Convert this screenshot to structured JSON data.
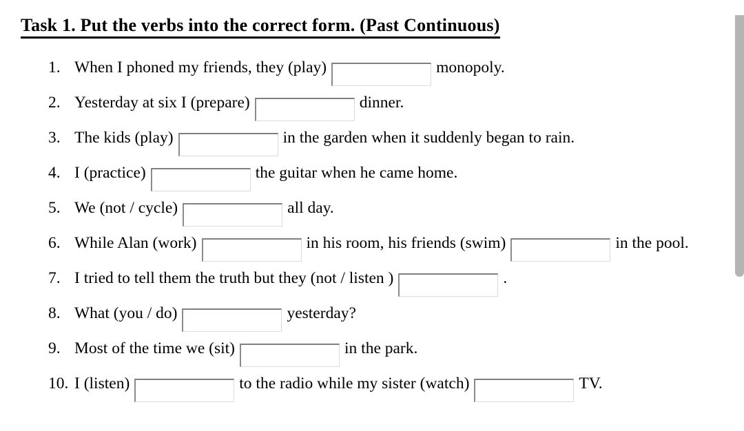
{
  "page": {
    "background": "#ffffff",
    "text_color": "#000000",
    "field_border_dark": "#7f7f7f",
    "field_border_light": "#d9d9d9",
    "scrollbar_color": "#b4b4b4"
  },
  "title": "Task 1. Put the verbs into the correct form. (Past Continuous)",
  "items": [
    {
      "number": "1.",
      "parts": [
        {
          "type": "text",
          "value": "When I phoned my friends, they (play)"
        },
        {
          "type": "input",
          "name": "answer-input-1",
          "value": "",
          "placeholder": ""
        },
        {
          "type": "text",
          "value": "monopoly."
        }
      ]
    },
    {
      "number": "2.",
      "parts": [
        {
          "type": "text",
          "value": "Yesterday at six I (prepare)"
        },
        {
          "type": "input",
          "name": "answer-input-2",
          "value": "",
          "placeholder": ""
        },
        {
          "type": "text",
          "value": "dinner."
        }
      ]
    },
    {
      "number": "3.",
      "parts": [
        {
          "type": "text",
          "value": "The kids (play)"
        },
        {
          "type": "input",
          "name": "answer-input-3",
          "value": "",
          "placeholder": ""
        },
        {
          "type": "text",
          "value": "in the garden when it suddenly began to rain."
        }
      ]
    },
    {
      "number": "4.",
      "parts": [
        {
          "type": "text",
          "value": "I (practice)"
        },
        {
          "type": "input",
          "name": "answer-input-4",
          "value": "",
          "placeholder": ""
        },
        {
          "type": "text",
          "value": "the guitar when he came home."
        }
      ]
    },
    {
      "number": "5.",
      "parts": [
        {
          "type": "text",
          "value": "We (not / cycle)"
        },
        {
          "type": "input",
          "name": "answer-input-5",
          "value": "",
          "placeholder": ""
        },
        {
          "type": "text",
          "value": "all day."
        }
      ]
    },
    {
      "number": "6.",
      "parts": [
        {
          "type": "text",
          "value": "While Alan (work)"
        },
        {
          "type": "input",
          "name": "answer-input-6a",
          "value": "",
          "placeholder": ""
        },
        {
          "type": "text",
          "value": "in his room, his friends (swim)"
        },
        {
          "type": "input",
          "name": "answer-input-6b",
          "value": "",
          "placeholder": ""
        },
        {
          "type": "text",
          "value": "in the pool."
        }
      ]
    },
    {
      "number": "7.",
      "parts": [
        {
          "type": "text",
          "value": "I tried to tell them the truth but they (not / listen )"
        },
        {
          "type": "input",
          "name": "answer-input-7",
          "value": "",
          "placeholder": ""
        },
        {
          "type": "text",
          "value": "."
        }
      ]
    },
    {
      "number": "8.",
      "parts": [
        {
          "type": "text",
          "value": "What (you / do)"
        },
        {
          "type": "input",
          "name": "answer-input-8",
          "value": "",
          "placeholder": ""
        },
        {
          "type": "text",
          "value": "yesterday?"
        }
      ]
    },
    {
      "number": "9.",
      "parts": [
        {
          "type": "text",
          "value": "Most of the time we (sit)"
        },
        {
          "type": "input",
          "name": "answer-input-9",
          "value": "",
          "placeholder": ""
        },
        {
          "type": "text",
          "value": "in the park."
        }
      ]
    },
    {
      "number": "10.",
      "parts": [
        {
          "type": "text",
          "value": "I (listen)"
        },
        {
          "type": "input",
          "name": "answer-input-10a",
          "value": "",
          "placeholder": ""
        },
        {
          "type": "text",
          "value": "to the radio while my sister (watch)"
        },
        {
          "type": "input",
          "name": "answer-input-10b",
          "value": "",
          "placeholder": ""
        },
        {
          "type": "text",
          "value": "TV."
        }
      ]
    }
  ]
}
